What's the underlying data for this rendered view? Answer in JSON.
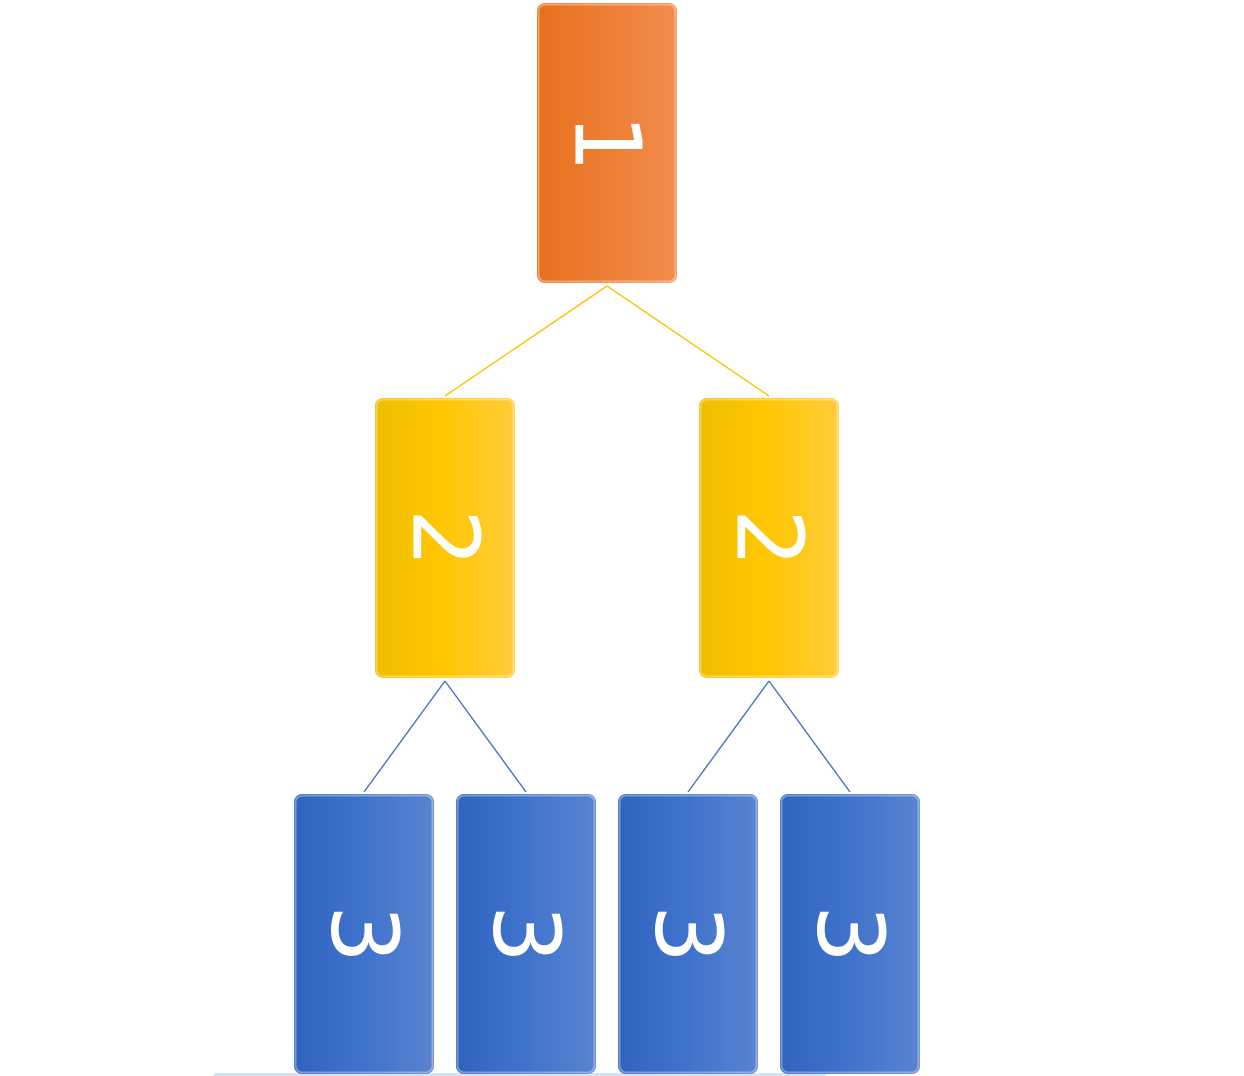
{
  "diagram": {
    "type": "hierarchy-tree",
    "colors": {
      "level_1": "#ED7D31",
      "level_2": "#FFC000",
      "level_3": "#4472C4",
      "connector_level_1": "#FFC000",
      "connector_level_2": "#4472C4",
      "label": "#FFFFFF"
    },
    "nodes": [
      {
        "id": "n1",
        "label": "1",
        "level": 1,
        "parent": null
      },
      {
        "id": "n2a",
        "label": "2",
        "level": 2,
        "parent": "n1"
      },
      {
        "id": "n2b",
        "label": "2",
        "level": 2,
        "parent": "n1"
      },
      {
        "id": "n3a",
        "label": "3",
        "level": 3,
        "parent": "n2a"
      },
      {
        "id": "n3b",
        "label": "3",
        "level": 3,
        "parent": "n2a"
      },
      {
        "id": "n3c",
        "label": "3",
        "level": 3,
        "parent": "n2b"
      },
      {
        "id": "n3d",
        "label": "3",
        "level": 3,
        "parent": "n2b"
      }
    ]
  }
}
